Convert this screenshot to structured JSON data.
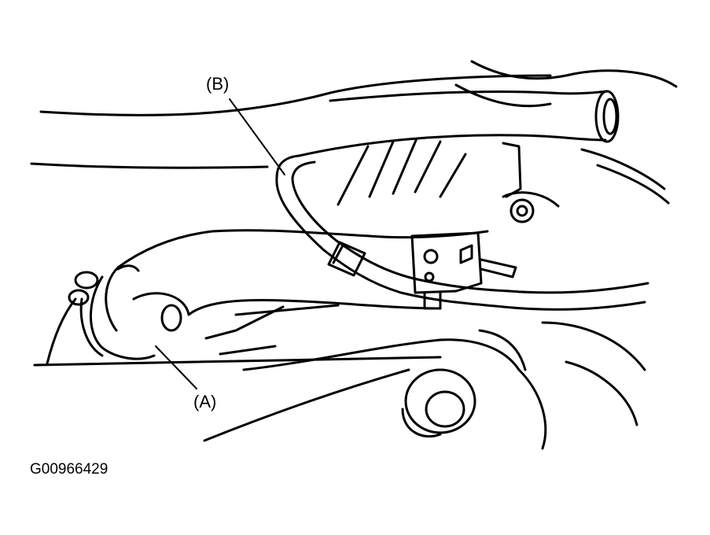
{
  "figure": {
    "callouts": [
      {
        "id": "A",
        "text": "(A)"
      },
      {
        "id": "B",
        "text": "(B)"
      }
    ],
    "figure_id": "G00966429"
  },
  "colors": {
    "line": "#000000",
    "background": "#ffffff"
  }
}
